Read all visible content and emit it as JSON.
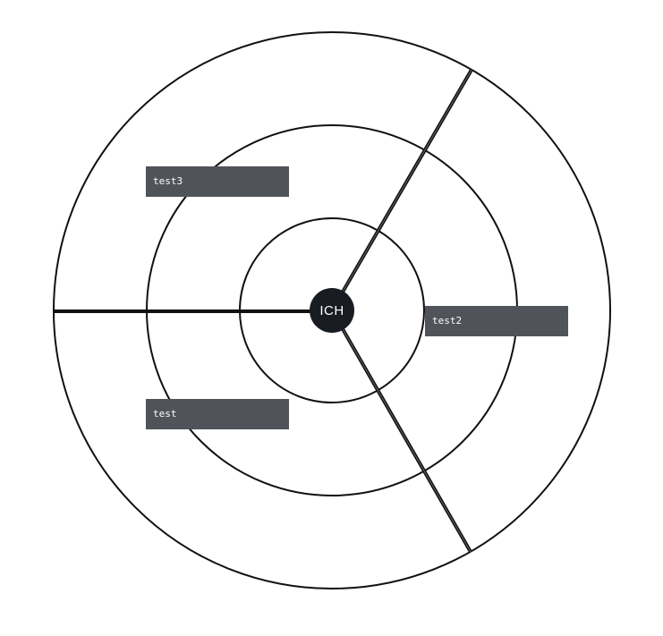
{
  "center": {
    "label": "ICH"
  },
  "items": [
    {
      "label": "test3"
    },
    {
      "label": "test2"
    },
    {
      "label": "test"
    }
  ],
  "colors": {
    "ring_stroke": "#111111",
    "center_fill": "#1a1c23",
    "tag_fill": "#50535a",
    "tag_text": "#ffffff",
    "background": "#ffffff"
  }
}
